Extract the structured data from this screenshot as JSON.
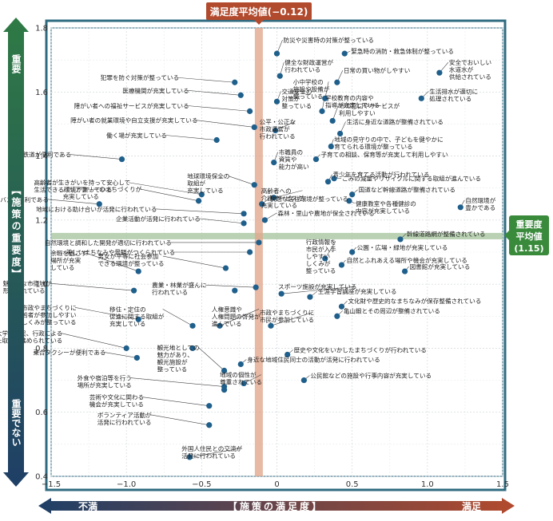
{
  "colors": {
    "frame": "#2f6b80",
    "point": "#1f5f8b",
    "avg_band_x": "#e2a78d",
    "avg_band_y": "#a9c7a0",
    "avg_x_label_bg": "#b24a2d",
    "avg_y_label_bg": "#3a8a3c",
    "arrow_importance_top": "#2f7a45",
    "arrow_importance_bottom": "#1f3f66",
    "arrow_satisfaction_left": "#1f3f66",
    "arrow_satisfaction_right": "#b24a2d"
  },
  "labels": {
    "avg_x": "満足度平均値(−0.12)",
    "avg_y_lines": [
      "重要度",
      "平均値",
      "(1.15)"
    ],
    "y_top": "重要",
    "y_mid": "【施策の重要度】",
    "y_bottom": "重要でない",
    "x_left": "不満",
    "x_mid": "【施策の満足度】",
    "x_right": "満足"
  },
  "chart_data": {
    "type": "scatter",
    "xlim": [
      -1.5,
      1.5
    ],
    "ylim": [
      0.4,
      1.8
    ],
    "xticks": [
      "−1.5",
      "−1.0",
      "−0.5",
      "0",
      "0.5",
      "1.0",
      "1.5"
    ],
    "yticks": [
      "0.4",
      "0.6",
      "0.8",
      "1.0",
      "1.2",
      "1.4",
      "1.6",
      "1.8"
    ],
    "grid": true,
    "avg_x": -0.12,
    "avg_y": 1.15,
    "points": [
      {
        "x": 0.0,
        "y": 1.72,
        "label": "防災や災害時の対策が整っている"
      },
      {
        "x": 0.45,
        "y": 1.72,
        "label": "緊急時の消防・救急体制が整っている"
      },
      {
        "x": 0.02,
        "y": 1.65,
        "label": "健全な財政運営が\n行われている"
      },
      {
        "x": 0.4,
        "y": 1.63,
        "label": "日常の買い物がしやすい"
      },
      {
        "x": 1.08,
        "y": 1.66,
        "label": "安全でおいしい\n水道水が\n供給されている"
      },
      {
        "x": -0.28,
        "y": 1.63,
        "label": "犯罪を防ぐ対策が整っている"
      },
      {
        "x": 0.32,
        "y": 1.58,
        "label": "小中学校の\n施設や設備が\n整っている"
      },
      {
        "x": 0.96,
        "y": 1.58,
        "label": "生活排水が適切に\n処理されている"
      },
      {
        "x": -0.24,
        "y": 1.59,
        "label": "医療機関が充実している"
      },
      {
        "x": 0.3,
        "y": 1.54,
        "label": "学校教育の内容や\n指導が充実している"
      },
      {
        "x": 0.0,
        "y": 1.57,
        "label": "交通安全の\n対策が\n整っている"
      },
      {
        "x": -0.18,
        "y": 1.54,
        "label": "障がい者への福祉サービスが充実している"
      },
      {
        "x": 0.37,
        "y": 1.51,
        "label": "市の窓口やサービスが\n利用しやすい"
      },
      {
        "x": -0.15,
        "y": 1.49,
        "label": "障がい者の就業環境や自立支援が充実している"
      },
      {
        "x": 0.42,
        "y": 1.47,
        "label": "生活に身近な道路が整備されている"
      },
      {
        "x": -0.01,
        "y": 1.48,
        "label": "公平・公正な\n市政運営が\n行われている"
      },
      {
        "x": 0.36,
        "y": 1.43,
        "label": "地域の見守りの中で、子どもを健やかに\n育てられる環境が整っている"
      },
      {
        "x": -0.4,
        "y": 1.45,
        "label": "働く場が充実している"
      },
      {
        "x": -1.03,
        "y": 1.39,
        "label": "鉄道が便利である"
      },
      {
        "x": 0.26,
        "y": 1.39,
        "label": "子育ての相談、保育等が充実して利用しやすい"
      },
      {
        "x": -0.02,
        "y": 1.38,
        "label": "市職員の\n資質や\n能力が高い"
      },
      {
        "x": 0.34,
        "y": 1.32,
        "label": "青少年を育てる活動が行われている"
      },
      {
        "x": 0.38,
        "y": 1.33,
        "label": "ごみの減量やリサイクルに関する取組が進んでいる"
      },
      {
        "x": -0.15,
        "y": 1.31,
        "label": "地球環境保全の\n取組が\n充実している"
      },
      {
        "x": -0.5,
        "y": 1.28,
        "label": "高齢者が生きがいを持って安心して\n生活できる環境が整っている"
      },
      {
        "x": 0.5,
        "y": 1.28,
        "label": "国道など幹線道路が整備されている"
      },
      {
        "x": 0.48,
        "y": 1.26,
        "label": "健康教室や各種健診の\n内容が充実している"
      },
      {
        "x": -0.52,
        "y": 1.26,
        "label": "バリアフリーのまちづくりが\n充実している"
      },
      {
        "x": -0.02,
        "y": 1.27,
        "label": "高齢者への\n介護サービスが\n充実している"
      },
      {
        "x": -1.18,
        "y": 1.25,
        "label": "バスが便利である"
      },
      {
        "x": -0.1,
        "y": 1.25,
        "label": "快適な居住環境が整っている"
      },
      {
        "x": 1.22,
        "y": 1.24,
        "label": "自然環境が\n豊かである"
      },
      {
        "x": -0.22,
        "y": 1.22,
        "label": "地域における助け合いが活発に行われている"
      },
      {
        "x": -0.22,
        "y": 1.19,
        "label": "企業活動が活発に行われている"
      },
      {
        "x": -0.08,
        "y": 1.2,
        "label": "森林・里山や農地が保全されている"
      },
      {
        "x": 0.82,
        "y": 1.14,
        "label": "幹線道路網が整備されている"
      },
      {
        "x": -0.12,
        "y": 1.13,
        "label": "自然環境と調和した開発が適切に行われている"
      },
      {
        "x": -0.18,
        "y": 1.1,
        "label": "美しいまちなみや景観がつくられている"
      },
      {
        "x": 0.32,
        "y": 1.08,
        "label": "行政情報を\n市民が入手\nしやすい\nしくみが\n整っている"
      },
      {
        "x": 0.5,
        "y": 1.1,
        "label": "公園・広場・緑地が充実している"
      },
      {
        "x": 0.43,
        "y": 1.06,
        "label": "自然とふれあえる場所や機会が充実している"
      },
      {
        "x": 0.85,
        "y": 1.04,
        "label": "図書館が充実している"
      },
      {
        "x": -0.92,
        "y": 1.04,
        "label": "余暇を過ごす\n場所が充実\nしている"
      },
      {
        "x": -0.34,
        "y": 1.05,
        "label": "男女が平等に社会参加\nできる環境が整っている"
      },
      {
        "x": -0.14,
        "y": 0.99,
        "label": "農業・林業が盛んに\n行われている"
      },
      {
        "x": -0.28,
        "y": 0.98,
        "label": ""
      },
      {
        "x": 0.03,
        "y": 0.97,
        "label": "スポーツ施設が充実している"
      },
      {
        "x": -0.95,
        "y": 0.98,
        "label": "魅力的な市街地が\n形成されている"
      },
      {
        "x": 0.22,
        "y": 0.96,
        "label": "生涯学習講座が充実している"
      },
      {
        "x": 0.43,
        "y": 0.93,
        "label": "文化財や歴史的なまちなみが保存整備されている"
      },
      {
        "x": -0.92,
        "y": 0.89,
        "label": "市政やまちづくりに\n若者が参加しやすい\nしくみが整っている"
      },
      {
        "x": 0.4,
        "y": 0.9,
        "label": "亀山鍛とその周辺が整備されている"
      },
      {
        "x": -0.56,
        "y": 0.87,
        "label": "移住・定住の\n促進に関する取組が\n充実している"
      },
      {
        "x": -0.38,
        "y": 0.87,
        "label": "人権意識や\n人権問題の啓発が\n進んでいる"
      },
      {
        "x": -0.04,
        "y": 0.87,
        "label": "市政やまちづくりに\n市民が参加している"
      },
      {
        "x": -1.0,
        "y": 0.8,
        "label": "企業、大学、市民、行政による\n連携した取組が進められている"
      },
      {
        "x": 0.07,
        "y": 0.78,
        "label": "歴史や文化をいかしたまちづくりが行われている"
      },
      {
        "x": -0.56,
        "y": 0.8,
        "label": ""
      },
      {
        "x": -0.93,
        "y": 0.77,
        "label": "乗合タクシーが便利である"
      },
      {
        "x": -0.24,
        "y": 0.75,
        "label": "身近な地域住民同士の活動が活発に行われている"
      },
      {
        "x": -0.35,
        "y": 0.73,
        "label": "観光地としての\n魅力があり、\n観光施設が\n整っている"
      },
      {
        "x": 0.18,
        "y": 0.7,
        "label": "公民館などの施設や行事内容が充実している"
      },
      {
        "x": -0.35,
        "y": 0.68,
        "label": "外食や宿泊等を行う\n場所が充実している"
      },
      {
        "x": -0.35,
        "y": 0.67,
        "label": ""
      },
      {
        "x": -0.22,
        "y": 0.69,
        "label": "地域の個性が\n尊重されている"
      },
      {
        "x": -0.45,
        "y": 0.62,
        "label": "芸術や文化に関わる\n機会が充実している"
      },
      {
        "x": -0.45,
        "y": 0.56,
        "label": "ボランティア活動が\n活発に行われている"
      },
      {
        "x": -0.58,
        "y": 0.46,
        "label": "外国人住民との交流が\n活発に行われている"
      }
    ]
  }
}
